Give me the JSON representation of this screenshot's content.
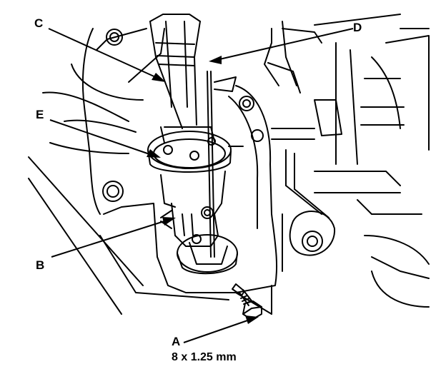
{
  "callouts": {
    "a": {
      "label": "A",
      "spec": "8 x 1.25 mm"
    },
    "b": {
      "label": "B"
    },
    "c": {
      "label": "C"
    },
    "d": {
      "label": "D"
    },
    "e": {
      "label": "E"
    }
  },
  "colors": {
    "line": "#000000",
    "background": "#ffffff"
  }
}
